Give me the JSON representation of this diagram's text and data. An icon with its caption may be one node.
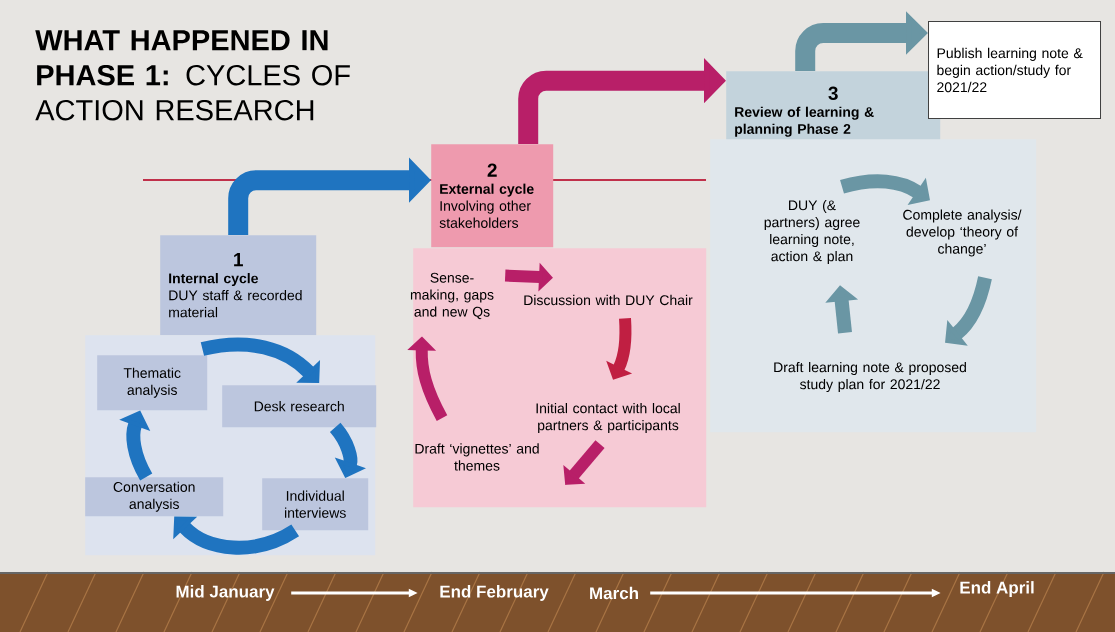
{
  "diagram": {
    "title": "**WHAT HAPPENED IN PHASE 1:** CYCLES OF ACTION RESEARCH",
    "nodes": [
      {
        "text": [
          "1",
          "Internal cycle",
          "DUY staff & recorded material"
        ]
      },
      {
        "text": [],
        "shape": "box"
      },
      {
        "text": [
          "Thematic analysis"
        ],
        "in": 1
      },
      {
        "text": [
          "Desk research"
        ],
        "in": 1
      },
      {
        "text": [
          "Individual interviews"
        ],
        "in": 1
      },
      {
        "text": [
          "Conversation analysis"
        ],
        "in": 1
      },
      {
        "text": [
          "2",
          "External cycle",
          "Involving other stakeholders"
        ]
      },
      {
        "text": [],
        "shape": "box"
      },
      {
        "text": [
          "Sense-making, gaps and new Qs"
        ],
        "in": 7
      },
      {
        "text": [
          "Discussion with DUY Chair"
        ],
        "in": 7
      },
      {
        "text": [
          "Initial contact with local partners & participants"
        ],
        "in": 7
      },
      {
        "text": [
          "Draft ‘vignettes’ and themes"
        ],
        "in": 7
      },
      {
        "text": [
          "3",
          "Review of learning & planning Phase 2"
        ]
      },
      {
        "text": [],
        "shape": "box"
      },
      {
        "text": [
          "DUY (& partners) agree learning note, action & plan"
        ],
        "in": 13
      },
      {
        "text": [
          "Complete analysis/ develop ‘theory of change’"
        ],
        "in": 13
      },
      {
        "text": [
          "Draft learning note & proposed study plan for 2021/22"
        ],
        "in": 13
      },
      {
        "text": [
          "Publish learning note & begin action/study for 2021/22"
        ]
      },
      {
        "text": [
          "Mid January"
        ]
      },
      {
        "text": [
          "End February"
        ]
      },
      {
        "text": [
          "March"
        ]
      },
      {
        "text": [
          "End April"
        ]
      }
    ],
    "edges": [
      {
        "from": 0,
        "to": 6,
        "arrow": "to",
        "color": "#1f74c0"
      },
      {
        "from": 6,
        "to": 12,
        "arrow": "to",
        "color": "#b81f68"
      },
      {
        "from": 12,
        "to": 17,
        "arrow": "to",
        "color": "#6a96a4"
      },
      {
        "from": 2,
        "to": 3,
        "arrow": "to",
        "color": "#1f74c0"
      },
      {
        "from": 3,
        "to": 4,
        "arrow": "to",
        "color": "#1f74c0"
      },
      {
        "from": 4,
        "to": 5,
        "arrow": "to",
        "color": "#1f74c0"
      },
      {
        "from": 5,
        "to": 2,
        "arrow": "to",
        "color": "#1f74c0"
      },
      {
        "from": 8,
        "to": 9,
        "arrow": "to",
        "color": "#b81f68"
      },
      {
        "from": 9,
        "to": 10,
        "arrow": "to",
        "color": "#c01f42"
      },
      {
        "from": 10,
        "to": 11,
        "arrow": "to",
        "color": "#b81f68"
      },
      {
        "from": 11,
        "to": 8,
        "arrow": "to",
        "color": "#b81f68"
      },
      {
        "from": 14,
        "to": 15,
        "arrow": "to",
        "color": "#6a96a4"
      },
      {
        "from": 15,
        "to": 16,
        "arrow": "to",
        "color": "#6a96a4"
      },
      {
        "from": 16,
        "to": 14,
        "arrow": "to",
        "color": "#6a96a4"
      },
      {
        "from": 18,
        "to": 19,
        "arrow": "to",
        "color": "#ffffff"
      },
      {
        "from": 20,
        "to": 21,
        "arrow": "to",
        "color": "#ffffff"
      }
    ]
  }
}
